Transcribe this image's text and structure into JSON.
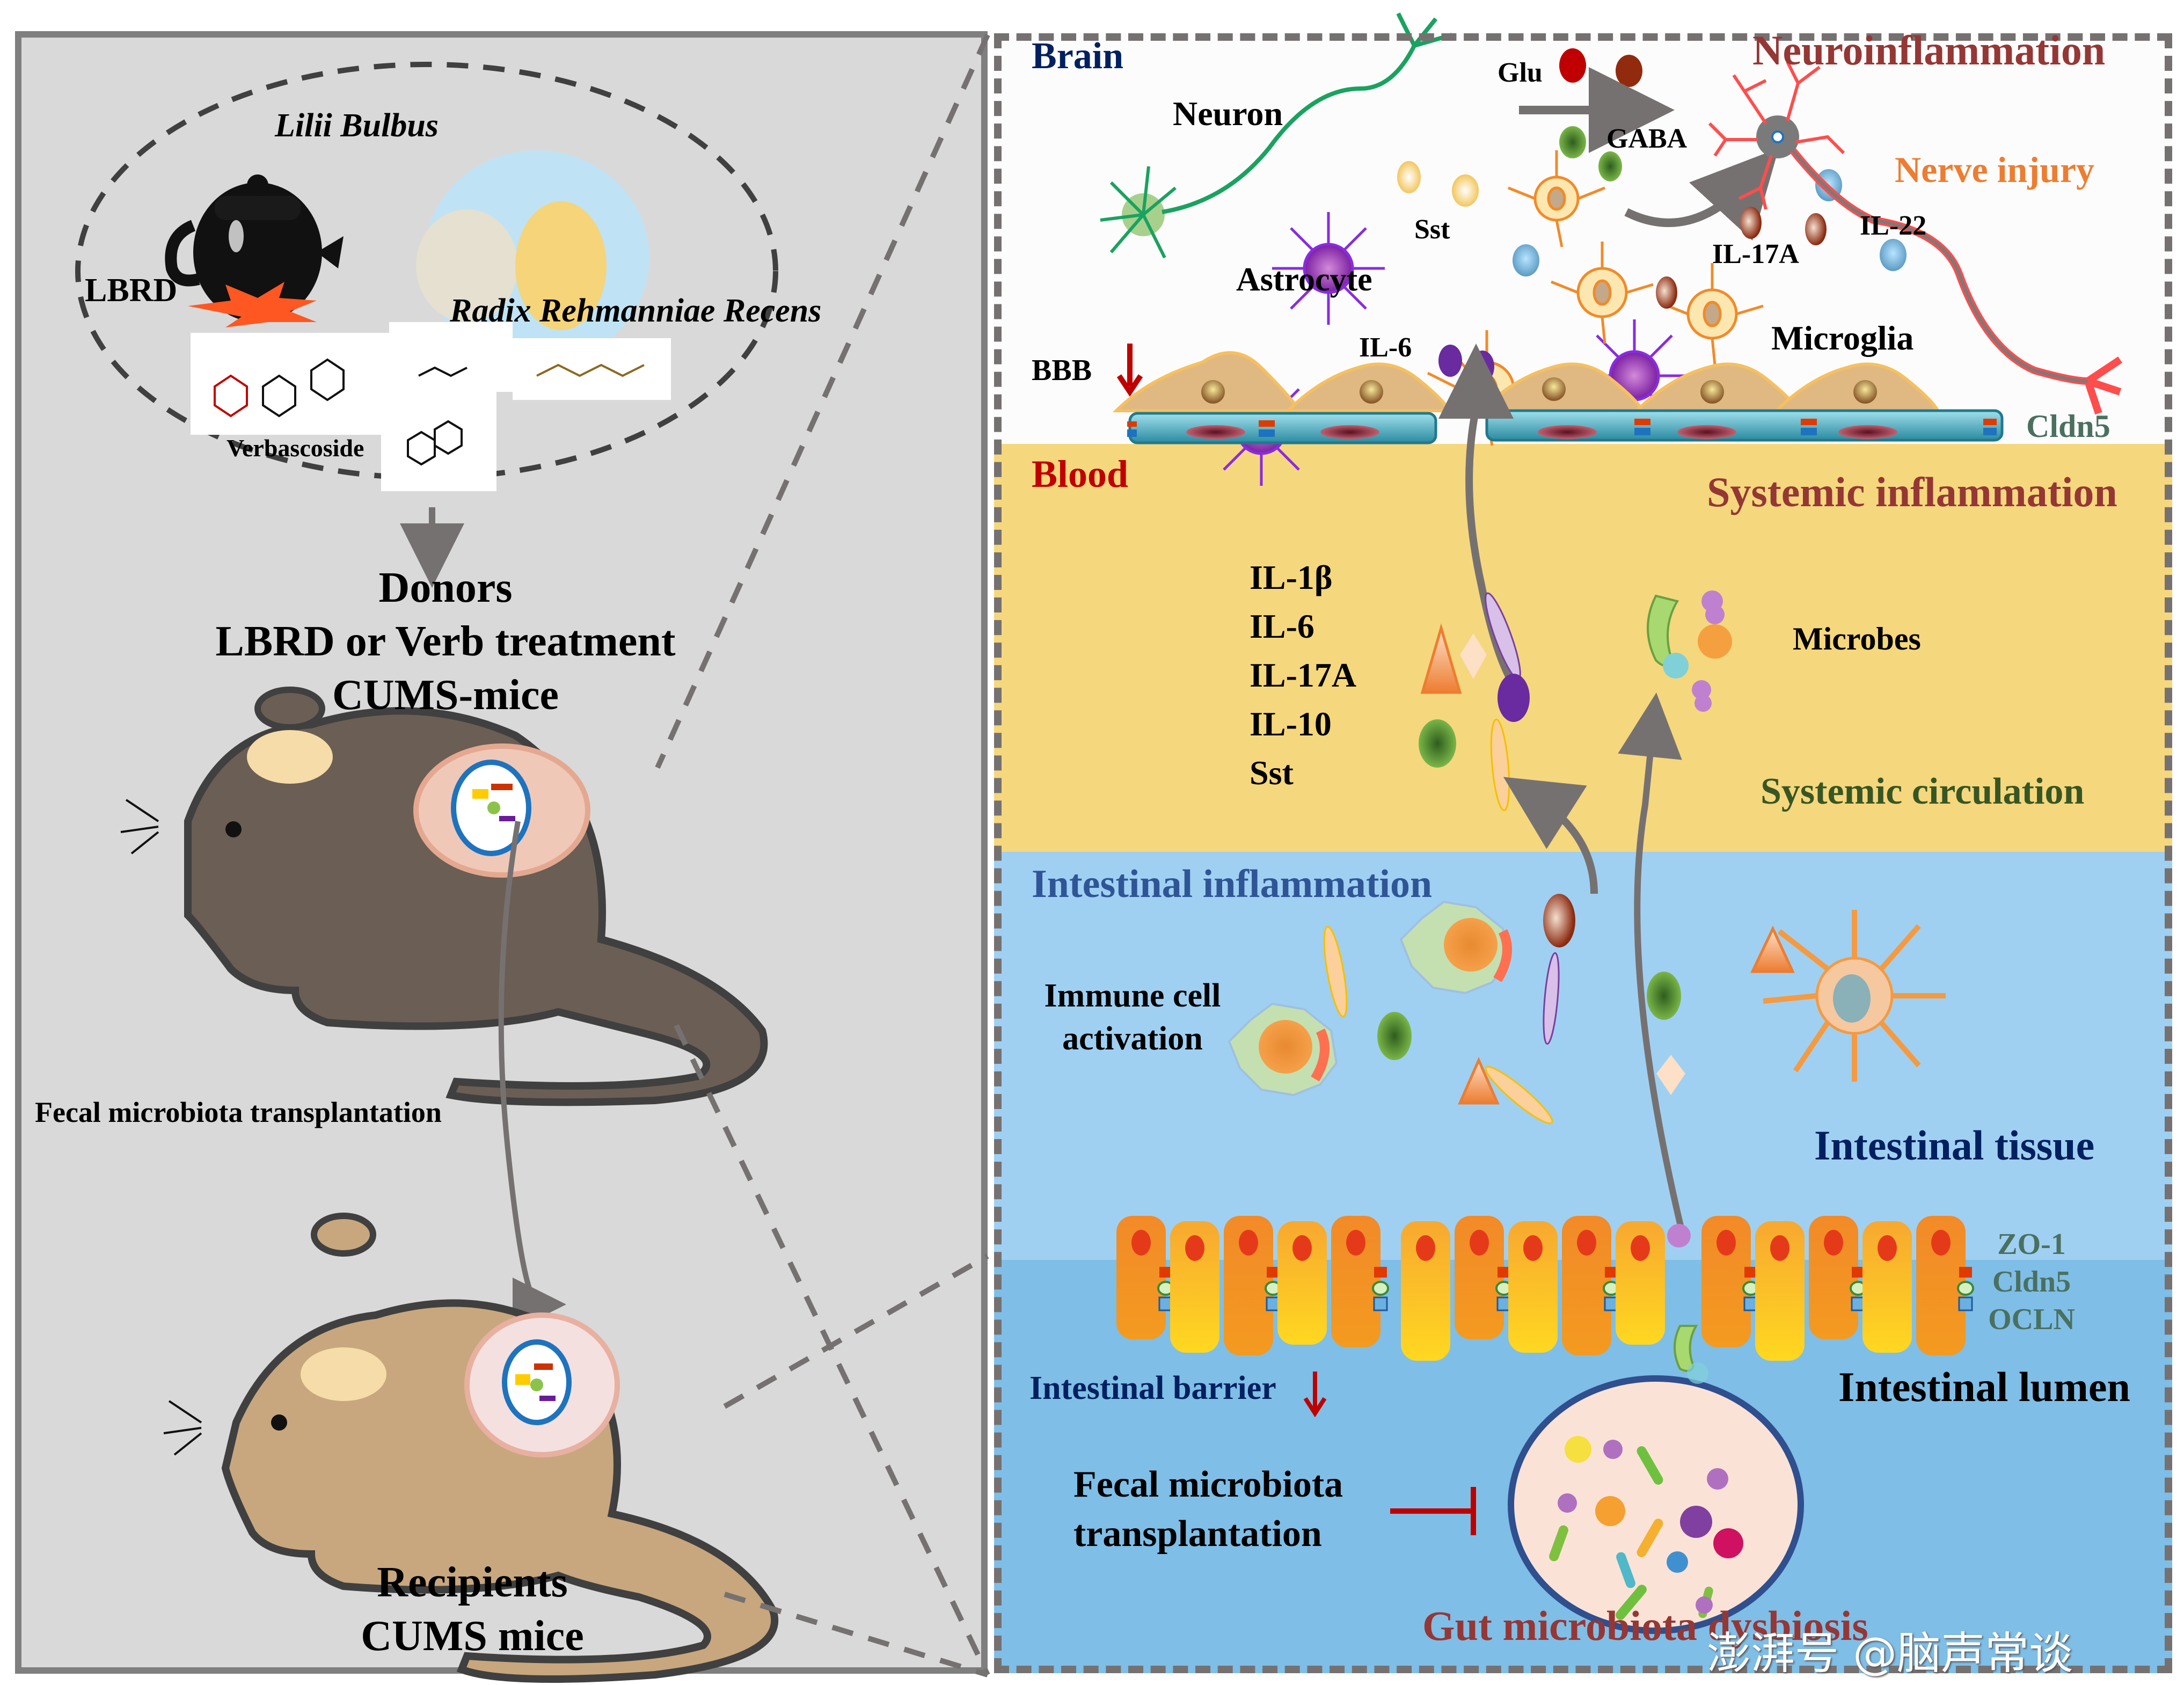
{
  "left_panel": {
    "herb_1": "Lilii Bulbus",
    "herb_2": "Radix Rehmanniae Recens",
    "decoction": "LBRD",
    "compound": "Verbascoside",
    "donors": {
      "line1": "Donors",
      "line2": "LBRD or Verb treatment",
      "line3": "CUMS-mice"
    },
    "fmt_label": "Fecal microbiota transplantation",
    "recipients": {
      "line1": "Recipients",
      "line2": "CUMS mice"
    }
  },
  "brain": {
    "title": "Brain",
    "neuroinflammation": "Neuroinflammation",
    "neuron": "Neuron",
    "glu": "Glu",
    "gaba": "GABA",
    "sst": "Sst",
    "astrocyte": "Astrocyte",
    "nerve_injury": "Nerve injury",
    "il17a": "IL-17A",
    "il22": "IL-22",
    "il6": "IL-6",
    "microglia": "Microglia",
    "bbb": "BBB",
    "bbb_arrow": "↓",
    "cldn5": "Cldn5"
  },
  "blood": {
    "title": "Blood",
    "systemic_inflammation": "Systemic inflammation",
    "cytokines": [
      "IL-1β",
      "IL-6",
      "IL-17A",
      "IL-10",
      "Sst"
    ],
    "microbes": "Microbes",
    "systemic_circulation": "Systemic circulation"
  },
  "intestine": {
    "intestinal_inflammation": "Intestinal inflammation",
    "immune_line1": "Immune cell",
    "immune_line2": "activation",
    "intestinal_tissue": "Intestinal tissue",
    "tight_junctions": [
      "ZO-1",
      "Cldn5",
      "OCLN"
    ],
    "intestinal_barrier": "Intestinal barrier",
    "barrier_arrow": "↓",
    "intestinal_lumen": "Intestinal lumen",
    "fmt_line1": "Fecal microbiota",
    "fmt_line2": "transplantation",
    "dysbiosis": "Gut microbiota dysbiosis"
  },
  "watermark": "澎湃号 @脑声常谈",
  "colors": {
    "left_bg": "#d9d9d9",
    "brain_bg": "#fcfcfc",
    "blood_bg": "#f5d77d",
    "tissue_bg": "#9fd0f2",
    "lumen_bg": "#7fbee6",
    "dashed_border": "#767171"
  }
}
